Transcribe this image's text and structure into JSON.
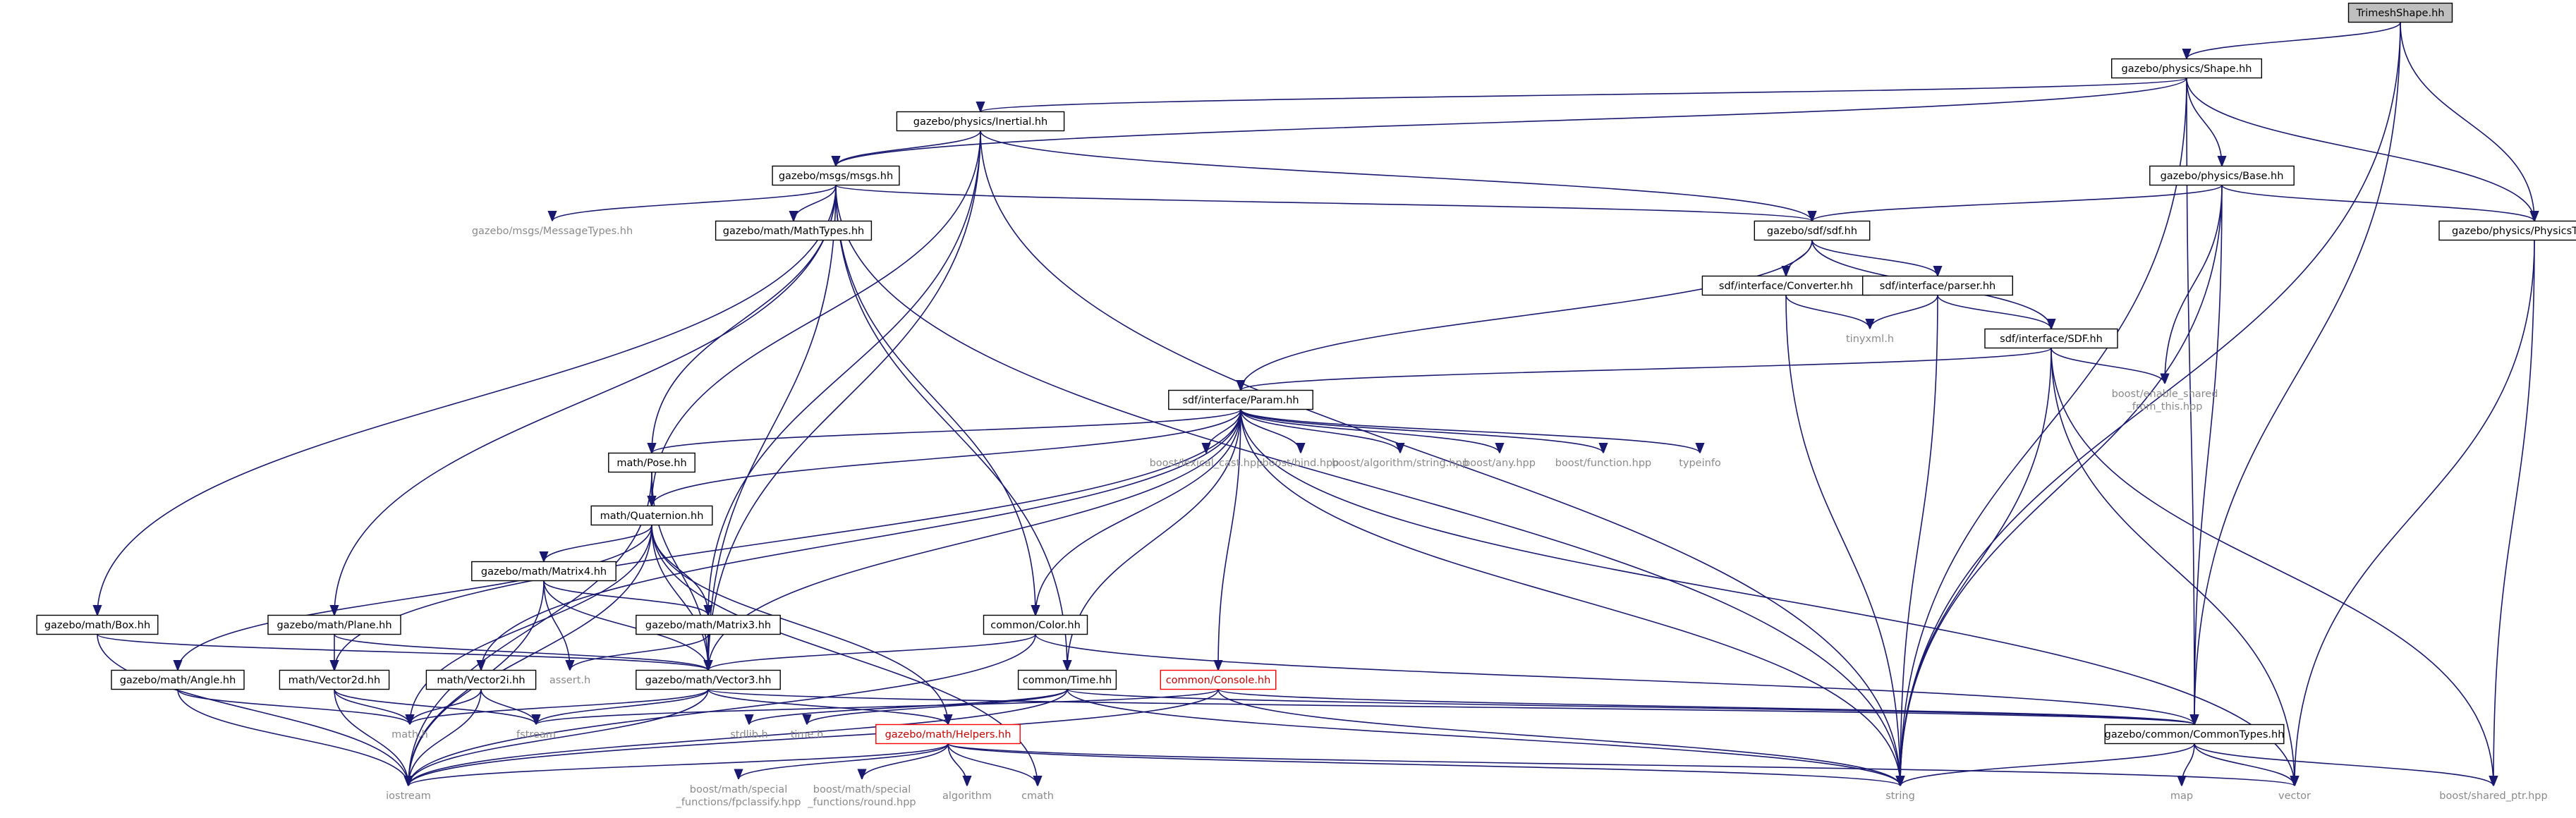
{
  "nodes": [
    {
      "id": "trimesh",
      "label": "TrimeshShape.hh",
      "style": "root"
    },
    {
      "id": "shape",
      "label": "gazebo/physics/Shape.hh",
      "style": "box"
    },
    {
      "id": "inertial",
      "label": "gazebo/physics/Inertial.hh",
      "style": "box"
    },
    {
      "id": "msgs",
      "label": "gazebo/msgs/msgs.hh",
      "style": "box"
    },
    {
      "id": "base",
      "label": "gazebo/physics/Base.hh",
      "style": "box"
    },
    {
      "id": "ptypes",
      "label": "gazebo/physics/PhysicsTypes.hh",
      "style": "box"
    },
    {
      "id": "sdfhh",
      "label": "gazebo/sdf/sdf.hh",
      "style": "box"
    },
    {
      "id": "msgtypes",
      "label": "gazebo/msgs/MessageTypes.hh",
      "style": "gray"
    },
    {
      "id": "mathtypes",
      "label": "gazebo/math/MathTypes.hh",
      "style": "box"
    },
    {
      "id": "converter",
      "label": "sdf/interface/Converter.hh",
      "style": "box"
    },
    {
      "id": "parser",
      "label": "sdf/interface/parser.hh",
      "style": "box"
    },
    {
      "id": "tinyxml",
      "label": "tinyxml.h",
      "style": "gray"
    },
    {
      "id": "sdfint",
      "label": "sdf/interface/SDF.hh",
      "style": "box"
    },
    {
      "id": "param",
      "label": "sdf/interface/Param.hh",
      "style": "box"
    },
    {
      "id": "enableshared",
      "label": "boost/enable_shared\n_from_this.hpp",
      "style": "gray"
    },
    {
      "id": "pose",
      "label": "math/Pose.hh",
      "style": "box"
    },
    {
      "id": "lexical",
      "label": "boost/lexical_cast.hpp",
      "style": "gray"
    },
    {
      "id": "bind",
      "label": "boost/bind.hpp",
      "style": "gray"
    },
    {
      "id": "algstr",
      "label": "boost/algorithm/string.hpp",
      "style": "gray"
    },
    {
      "id": "any",
      "label": "boost/any.hpp",
      "style": "gray"
    },
    {
      "id": "function",
      "label": "boost/function.hpp",
      "style": "gray"
    },
    {
      "id": "typeinfo",
      "label": "typeinfo",
      "style": "gray"
    },
    {
      "id": "quat",
      "label": "math/Quaternion.hh",
      "style": "box"
    },
    {
      "id": "matrix4",
      "label": "gazebo/math/Matrix4.hh",
      "style": "box"
    },
    {
      "id": "matrix3",
      "label": "gazebo/math/Matrix3.hh",
      "style": "box"
    },
    {
      "id": "mbox",
      "label": "gazebo/math/Box.hh",
      "style": "box"
    },
    {
      "id": "plane",
      "label": "gazebo/math/Plane.hh",
      "style": "box"
    },
    {
      "id": "color",
      "label": "common/Color.hh",
      "style": "box"
    },
    {
      "id": "angle",
      "label": "gazebo/math/Angle.hh",
      "style": "box"
    },
    {
      "id": "vec2d",
      "label": "math/Vector2d.hh",
      "style": "box"
    },
    {
      "id": "vec2i",
      "label": "math/Vector2i.hh",
      "style": "box"
    },
    {
      "id": "assert",
      "label": "assert.h",
      "style": "gray"
    },
    {
      "id": "vec3",
      "label": "gazebo/math/Vector3.hh",
      "style": "box"
    },
    {
      "id": "time",
      "label": "common/Time.hh",
      "style": "box"
    },
    {
      "id": "console",
      "label": "common/Console.hh",
      "style": "red"
    },
    {
      "id": "mathh",
      "label": "math.h",
      "style": "gray"
    },
    {
      "id": "fstream",
      "label": "fstream",
      "style": "gray"
    },
    {
      "id": "stdlib",
      "label": "stdlib.h",
      "style": "gray"
    },
    {
      "id": "timeh",
      "label": "time.h",
      "style": "gray"
    },
    {
      "id": "helpers",
      "label": "gazebo/math/Helpers.hh",
      "style": "red"
    },
    {
      "id": "ctypes",
      "label": "gazebo/common/CommonTypes.hh",
      "style": "box"
    },
    {
      "id": "iostream",
      "label": "iostream",
      "style": "gray"
    },
    {
      "id": "fpclassify",
      "label": "boost/math/special\n_functions/fpclassify.hpp",
      "style": "gray"
    },
    {
      "id": "round",
      "label": "boost/math/special\n_functions/round.hpp",
      "style": "gray"
    },
    {
      "id": "algorithm",
      "label": "algorithm",
      "style": "gray"
    },
    {
      "id": "cmath",
      "label": "cmath",
      "style": "gray"
    },
    {
      "id": "string",
      "label": "string",
      "style": "gray"
    },
    {
      "id": "map",
      "label": "map",
      "style": "gray"
    },
    {
      "id": "vector",
      "label": "vector",
      "style": "gray"
    },
    {
      "id": "sharedptr",
      "label": "boost/shared_ptr.hpp",
      "style": "gray"
    }
  ],
  "edges": [
    [
      "trimesh",
      "shape"
    ],
    [
      "trimesh",
      "ptypes"
    ],
    [
      "trimesh",
      "ctypes"
    ],
    [
      "trimesh",
      "string"
    ],
    [
      "shape",
      "inertial"
    ],
    [
      "shape",
      "msgs"
    ],
    [
      "shape",
      "base"
    ],
    [
      "shape",
      "ptypes"
    ],
    [
      "shape",
      "ctypes"
    ],
    [
      "shape",
      "string"
    ],
    [
      "inertial",
      "msgs"
    ],
    [
      "inertial",
      "sdfhh"
    ],
    [
      "inertial",
      "quat"
    ],
    [
      "inertial",
      "matrix3"
    ],
    [
      "inertial",
      "vec3"
    ],
    [
      "inertial",
      "string"
    ],
    [
      "msgs",
      "msgtypes"
    ],
    [
      "msgs",
      "mathtypes"
    ],
    [
      "msgs",
      "sdfhh"
    ],
    [
      "msgs",
      "pose"
    ],
    [
      "msgs",
      "mbox"
    ],
    [
      "msgs",
      "plane"
    ],
    [
      "msgs",
      "vec3"
    ],
    [
      "msgs",
      "color"
    ],
    [
      "msgs",
      "time"
    ],
    [
      "msgs",
      "string"
    ],
    [
      "base",
      "sdfhh"
    ],
    [
      "base",
      "ptypes"
    ],
    [
      "base",
      "enableshared"
    ],
    [
      "base",
      "ctypes"
    ],
    [
      "base",
      "string"
    ],
    [
      "ptypes",
      "sharedptr"
    ],
    [
      "ptypes",
      "vector"
    ],
    [
      "sdfhh",
      "converter"
    ],
    [
      "sdfhh",
      "parser"
    ],
    [
      "sdfhh",
      "sdfint"
    ],
    [
      "sdfhh",
      "param"
    ],
    [
      "converter",
      "tinyxml"
    ],
    [
      "converter",
      "string"
    ],
    [
      "parser",
      "tinyxml"
    ],
    [
      "parser",
      "sdfint"
    ],
    [
      "parser",
      "string"
    ],
    [
      "sdfint",
      "param"
    ],
    [
      "sdfint",
      "enableshared"
    ],
    [
      "sdfint",
      "sharedptr"
    ],
    [
      "sdfint",
      "string"
    ],
    [
      "sdfint",
      "vector"
    ],
    [
      "param",
      "lexical"
    ],
    [
      "param",
      "bind"
    ],
    [
      "param",
      "algstr"
    ],
    [
      "param",
      "any"
    ],
    [
      "param",
      "function"
    ],
    [
      "param",
      "typeinfo"
    ],
    [
      "param",
      "pose"
    ],
    [
      "param",
      "quat"
    ],
    [
      "param",
      "vec2d"
    ],
    [
      "param",
      "vec2i"
    ],
    [
      "param",
      "vec3"
    ],
    [
      "param",
      "color"
    ],
    [
      "param",
      "time"
    ],
    [
      "param",
      "console"
    ],
    [
      "param",
      "string"
    ],
    [
      "param",
      "vector"
    ],
    [
      "pose",
      "quat"
    ],
    [
      "pose",
      "vec3"
    ],
    [
      "pose",
      "iostream"
    ],
    [
      "quat",
      "matrix4"
    ],
    [
      "quat",
      "matrix3"
    ],
    [
      "quat",
      "vec3"
    ],
    [
      "quat",
      "angle"
    ],
    [
      "quat",
      "helpers"
    ],
    [
      "quat",
      "mathh"
    ],
    [
      "quat",
      "iostream"
    ],
    [
      "quat",
      "cmath"
    ],
    [
      "matrix4",
      "matrix3"
    ],
    [
      "matrix4",
      "vec3"
    ],
    [
      "matrix4",
      "assert"
    ],
    [
      "matrix4",
      "iostream"
    ],
    [
      "matrix3",
      "vec3"
    ],
    [
      "matrix3",
      "assert"
    ],
    [
      "mbox",
      "vec3"
    ],
    [
      "mbox",
      "iostream"
    ],
    [
      "plane",
      "vec3"
    ],
    [
      "plane",
      "vec2d"
    ],
    [
      "angle",
      "mathh"
    ],
    [
      "angle",
      "iostream"
    ],
    [
      "vec2d",
      "mathh"
    ],
    [
      "vec2d",
      "fstream"
    ],
    [
      "vec2d",
      "iostream"
    ],
    [
      "vec2i",
      "mathh"
    ],
    [
      "vec2i",
      "fstream"
    ],
    [
      "vec2i",
      "iostream"
    ],
    [
      "color",
      "vec3"
    ],
    [
      "color",
      "ctypes"
    ],
    [
      "color",
      "iostream"
    ],
    [
      "vec3",
      "mathh"
    ],
    [
      "vec3",
      "fstream"
    ],
    [
      "vec3",
      "iostream"
    ],
    [
      "vec3",
      "helpers"
    ],
    [
      "vec3",
      "ctypes"
    ],
    [
      "time",
      "stdlib"
    ],
    [
      "time",
      "timeh"
    ],
    [
      "time",
      "iostream"
    ],
    [
      "time",
      "string"
    ],
    [
      "time",
      "ctypes"
    ],
    [
      "console",
      "iostream"
    ],
    [
      "console",
      "fstream"
    ],
    [
      "console",
      "string"
    ],
    [
      "console",
      "ctypes"
    ],
    [
      "helpers",
      "fpclassify"
    ],
    [
      "helpers",
      "round"
    ],
    [
      "helpers",
      "algorithm"
    ],
    [
      "helpers",
      "cmath"
    ],
    [
      "helpers",
      "iostream"
    ],
    [
      "helpers",
      "vector"
    ],
    [
      "helpers",
      "string"
    ],
    [
      "ctypes",
      "map"
    ],
    [
      "ctypes",
      "string"
    ],
    [
      "ctypes",
      "vector"
    ],
    [
      "ctypes",
      "sharedptr"
    ]
  ]
}
